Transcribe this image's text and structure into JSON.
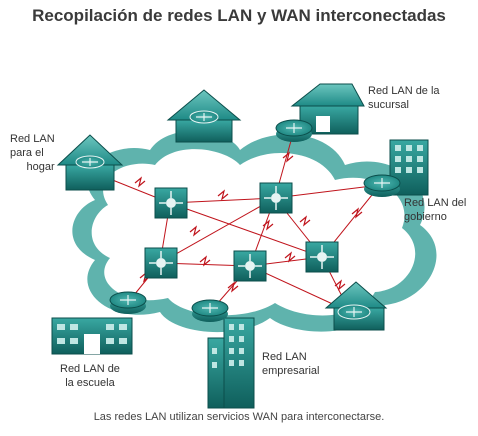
{
  "title": "Recopilación de redes LAN y WAN interconectadas",
  "caption": "Las redes LAN utilizan servicios WAN para interconectarse.",
  "labels": {
    "hogar": [
      "Red LAN",
      "para el",
      "hogar"
    ],
    "sucursal": [
      "Red LAN de la",
      "sucursal"
    ],
    "gobierno": [
      "Red LAN del",
      "gobierno"
    ],
    "escuela": [
      "Red LAN de",
      "la escuela"
    ],
    "empresarial": [
      "Red LAN",
      "empresarial"
    ]
  },
  "colors": {
    "cloud_outer": "#5fb3ad",
    "cloud_inner": "#ffffff",
    "device": "#1e8a86",
    "device_dark": "#0f5f5c",
    "link": "#c0141c",
    "text": "#333333"
  },
  "icons": [
    "house-icon",
    "building-icon",
    "router-icon",
    "wan-switch-icon",
    "lightning-link-icon"
  ]
}
